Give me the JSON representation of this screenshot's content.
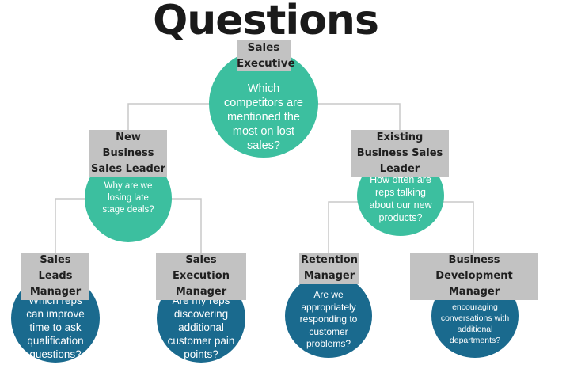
{
  "title": "Questions",
  "nodes": {
    "sales_executive": {
      "role": "Sales Executive",
      "question": "Which competitors are mentioned the most on lost sales?"
    },
    "new_business_sales_leader": {
      "role": "New Business Sales Leader",
      "question": "Why are we losing late stage deals?"
    },
    "existing_business_sales_leader": {
      "role": "Existing Business Sales Leader",
      "question": "How often are reps talking about our new products?"
    },
    "sales_leads_manager": {
      "role": "Sales Leads Manager",
      "question": "Which reps can improve time to ask qualification questions?"
    },
    "sales_execution_manager": {
      "role": "Sales Execution Manager",
      "question": "Are my reps discovering additional customer pain points?"
    },
    "retention_manager": {
      "role": "Retention Manager",
      "question": "Are we appropriately responding to customer problems?"
    },
    "business_development_manager": {
      "role": "Business Development Manager",
      "question": "Are my reps encouraging conversations with additional departments?"
    }
  },
  "colors": {
    "level_1_2_circle": "#3cbf9f",
    "level_3_circle": "#1a6a8e",
    "label_background": "#c2c2c2",
    "connector": "#c8c8c8"
  }
}
